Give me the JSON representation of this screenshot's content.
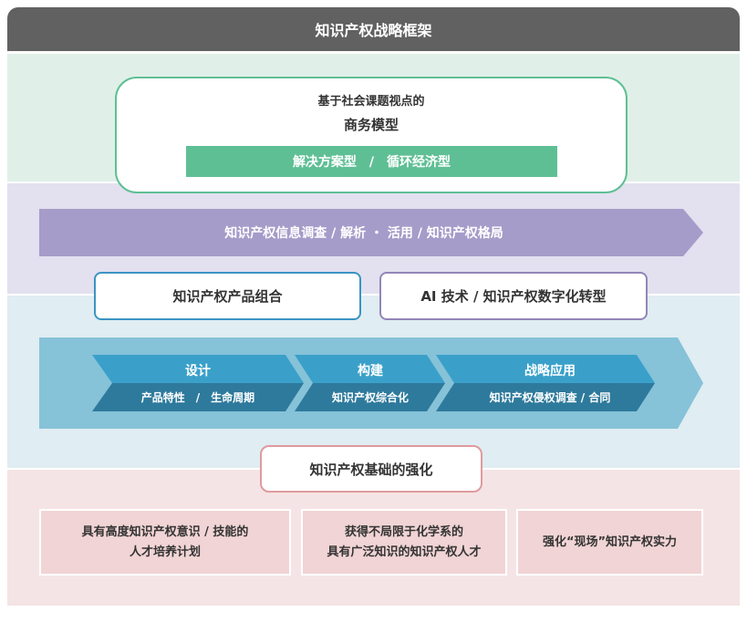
{
  "title": "知识产权战略框架",
  "business_model": {
    "subtitle": "基于社会课题视点的",
    "title": "商务模型",
    "types": "解决方案型　/　循环经济型"
  },
  "info_arrow": "知识产权信息调查 / 解析 ・ 活用 / 知识产权格局",
  "portfolio": "知识产权产品组合",
  "ai_transform": "AI 技术 / 知识产权数字化转型",
  "process": [
    {
      "title": "设计",
      "detail": "产品特性　/　生命周期"
    },
    {
      "title": "构建",
      "detail": "知识产权综合化"
    },
    {
      "title": "战略应用",
      "detail": "知识产权侵权调查 / 合同"
    }
  ],
  "foundation": "知识产权基础的强化",
  "foundation_items": [
    {
      "line1": "具有高度知识产权意识 / 技能的",
      "line2": "人才培养计划"
    },
    {
      "line1": "获得不局限于化学系的",
      "line2": "具有广泛知识的知识产权人才"
    },
    {
      "line1": "强化“现场”知识产权实力",
      "line2": ""
    }
  ],
  "colors": {
    "header": "#616161",
    "green": "#5fbf94",
    "purple": "#a59cc9",
    "blue_light": "#86c2d8",
    "blue_mid": "#3aa0c9",
    "blue_dark": "#2e7a9c",
    "pink": "#f1d4d5"
  }
}
